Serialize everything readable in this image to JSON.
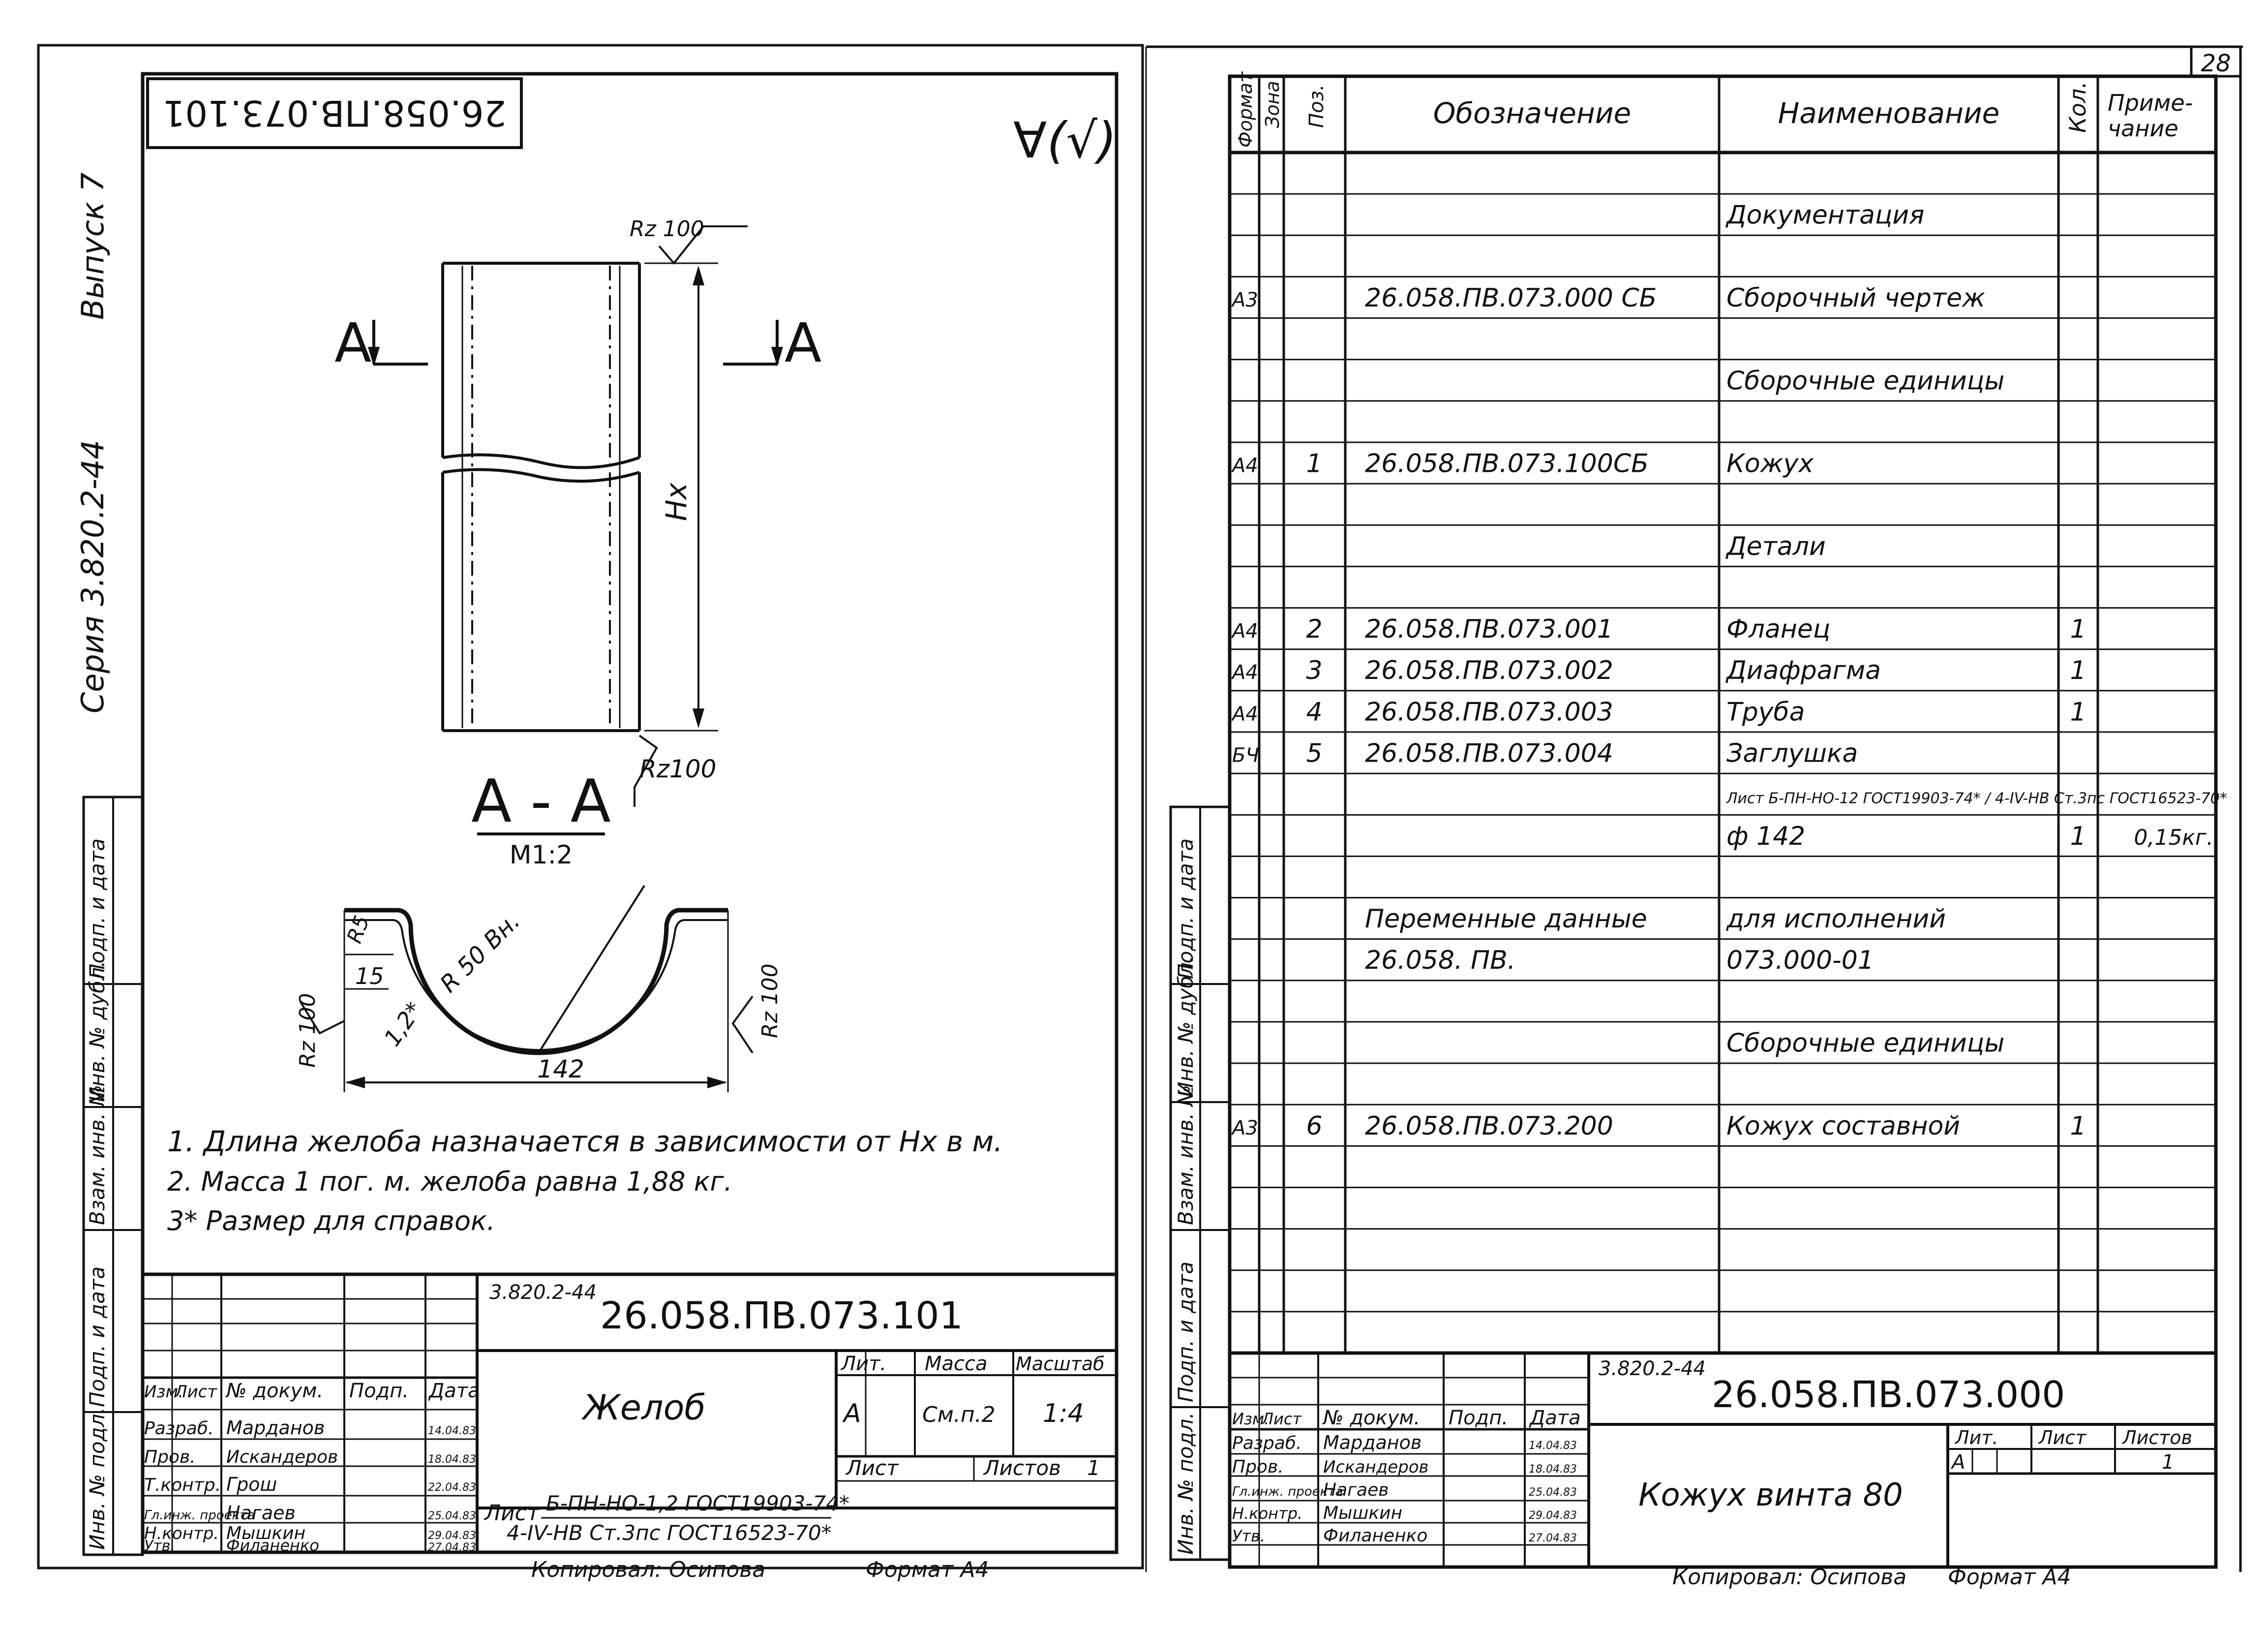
{
  "page_number": "28",
  "left_sheet": {
    "stamp_code": "26.058.ПВ.073.101",
    "surface_mark": "∀(√)",
    "side_series": "Серия 3.820.2-44",
    "side_issue": "Выпуск 7",
    "side_cells": [
      "Подп. и дата",
      "Инв. № дубл.",
      "Взам. инв. №",
      "Подп. и дата",
      "Инв. № подл."
    ],
    "drawing": {
      "section_arrow_left": "А",
      "section_arrow_right": "А",
      "roughness_top": "Rz 100",
      "roughness_bottom": "Rz100",
      "dim_height": "Hx",
      "section_title": "А - А",
      "section_scale": "М1:2",
      "dim_r5": "R5",
      "dim_15": "15",
      "dim_r50": "R 50 Вн.",
      "dim_12": "1,2*",
      "dim_142": "142",
      "roughness_left": "Rz 100",
      "roughness_right": "Rz 100"
    },
    "notes": [
      "1. Длина желоба назначается в зависимости от Hx в м.",
      "2. Масса 1 пог. м. желоба равна 1,88 кг.",
      "3* Размер для справок."
    ],
    "title_block": {
      "series": "3.820.2-44",
      "code": "26.058.ПВ.073.101",
      "name": "Желоб",
      "headers": [
        "Изм.",
        "Лист",
        "№ докум.",
        "Подп.",
        "Дата"
      ],
      "people": [
        {
          "role": "Разраб.",
          "name": "Марданов",
          "date": "14.04.83"
        },
        {
          "role": "Пров.",
          "name": "Искандеров",
          "date": "18.04.83"
        },
        {
          "role": "Т.контр.",
          "name": "Грош",
          "date": "22.04.83"
        },
        {
          "role": "Гл.инж. проекта",
          "name": "Нагаев",
          "date": "25.04.83"
        },
        {
          "role": "Н.контр.",
          "name": "Мышкин",
          "date": "29.04.83"
        },
        {
          "role": "Утв.",
          "name": "Филаненко",
          "date": "27.04.83"
        }
      ],
      "lit_label": "Лит.",
      "mass_label": "Масса",
      "scale_label": "Масштаб",
      "lit_value": "А",
      "mass_value": "См.п.2",
      "scale_value": "1:4",
      "sheet_label": "Лист",
      "sheets_label": "Листов",
      "sheets_value": "1",
      "material_prefix": "Лист",
      "material_line1": "Б-ПН-НО-1,2 ГОСТ19903-74*",
      "material_line2": "4-IV-НВ Ст.3пс ГОСТ16523-70*",
      "copied": "Копировал: Осипова",
      "format": "Формат А4"
    }
  },
  "right_sheet": {
    "side_cells": [
      "Подп. и дата",
      "Инв. № дубл.",
      "Взам. инв. №",
      "Подп. и дата",
      "Инв. № подл."
    ],
    "table_headers": {
      "format": "Формат",
      "zone": "Зона",
      "pos": "Поз.",
      "designation": "Обозначение",
      "name": "Наименование",
      "qty": "Кол.",
      "note": "Приме-\nчание"
    },
    "rows": [
      {
        "format": "",
        "zone": "",
        "pos": "",
        "designation": "",
        "name": "",
        "qty": "",
        "note": ""
      },
      {
        "format": "",
        "zone": "",
        "pos": "",
        "designation": "",
        "name": "Документация",
        "qty": "",
        "note": ""
      },
      {
        "format": "",
        "zone": "",
        "pos": "",
        "designation": "",
        "name": "",
        "qty": "",
        "note": ""
      },
      {
        "format": "А3",
        "zone": "",
        "pos": "",
        "designation": "26.058.ПВ.073.000 СБ",
        "name": "Сборочный чертеж",
        "qty": "",
        "note": ""
      },
      {
        "format": "",
        "zone": "",
        "pos": "",
        "designation": "",
        "name": "",
        "qty": "",
        "note": ""
      },
      {
        "format": "",
        "zone": "",
        "pos": "",
        "designation": "",
        "name": "Сборочные единицы",
        "qty": "",
        "note": ""
      },
      {
        "format": "",
        "zone": "",
        "pos": "",
        "designation": "",
        "name": "",
        "qty": "",
        "note": ""
      },
      {
        "format": "А4",
        "zone": "",
        "pos": "1",
        "designation": "26.058.ПВ.073.100СБ",
        "name": "Кожух",
        "qty": "",
        "note": ""
      },
      {
        "format": "",
        "zone": "",
        "pos": "",
        "designation": "",
        "name": "",
        "qty": "",
        "note": ""
      },
      {
        "format": "",
        "zone": "",
        "pos": "",
        "designation": "",
        "name": "Детали",
        "qty": "",
        "note": ""
      },
      {
        "format": "",
        "zone": "",
        "pos": "",
        "designation": "",
        "name": "",
        "qty": "",
        "note": ""
      },
      {
        "format": "А4",
        "zone": "",
        "pos": "2",
        "designation": "26.058.ПВ.073.001",
        "name": "Фланец",
        "qty": "1",
        "note": ""
      },
      {
        "format": "А4",
        "zone": "",
        "pos": "3",
        "designation": "26.058.ПВ.073.002",
        "name": "Диафрагма",
        "qty": "1",
        "note": ""
      },
      {
        "format": "А4",
        "zone": "",
        "pos": "4",
        "designation": "26.058.ПВ.073.003",
        "name": "Труба",
        "qty": "1",
        "note": ""
      },
      {
        "format": "БЧ",
        "zone": "",
        "pos": "5",
        "designation": "26.058.ПВ.073.004",
        "name": "Заглушка",
        "qty": "",
        "note": ""
      },
      {
        "format": "",
        "zone": "",
        "pos": "",
        "designation": "",
        "name": "Лист Б-ПН-НО-12 ГОСТ19903-74* / 4-IV-НВ Ст.3пс ГОСТ16523-70*",
        "qty": "",
        "note": ""
      },
      {
        "format": "",
        "zone": "",
        "pos": "",
        "designation": "",
        "name": "ф 142",
        "qty": "1",
        "note": "0,15кг."
      },
      {
        "format": "",
        "zone": "",
        "pos": "",
        "designation": "",
        "name": "",
        "qty": "",
        "note": ""
      },
      {
        "format": "",
        "zone": "",
        "pos": "",
        "designation": "Переменные данные",
        "name": "для исполнений",
        "qty": "",
        "note": ""
      },
      {
        "format": "",
        "zone": "",
        "pos": "",
        "designation": "26.058. ПВ.",
        "name": "073.000-01",
        "qty": "",
        "note": ""
      },
      {
        "format": "",
        "zone": "",
        "pos": "",
        "designation": "",
        "name": "",
        "qty": "",
        "note": ""
      },
      {
        "format": "",
        "zone": "",
        "pos": "",
        "designation": "",
        "name": "Сборочные единицы",
        "qty": "",
        "note": ""
      },
      {
        "format": "",
        "zone": "",
        "pos": "",
        "designation": "",
        "name": "",
        "qty": "",
        "note": ""
      },
      {
        "format": "А3",
        "zone": "",
        "pos": "6",
        "designation": "26.058.ПВ.073.200",
        "name": "Кожух составной",
        "qty": "1",
        "note": ""
      },
      {
        "format": "",
        "zone": "",
        "pos": "",
        "designation": "",
        "name": "",
        "qty": "",
        "note": ""
      },
      {
        "format": "",
        "zone": "",
        "pos": "",
        "designation": "",
        "name": "",
        "qty": "",
        "note": ""
      },
      {
        "format": "",
        "zone": "",
        "pos": "",
        "designation": "",
        "name": "",
        "qty": "",
        "note": ""
      },
      {
        "format": "",
        "zone": "",
        "pos": "",
        "designation": "",
        "name": "",
        "qty": "",
        "note": ""
      },
      {
        "format": "",
        "zone": "",
        "pos": "",
        "designation": "",
        "name": "",
        "qty": "",
        "note": ""
      }
    ],
    "title_block": {
      "series": "3.820.2-44",
      "code": "26.058.ПВ.073.000",
      "name": "Кожух винта 80",
      "headers": [
        "Изм.",
        "Лист",
        "№ докум.",
        "Подп.",
        "Дата"
      ],
      "people": [
        {
          "role": "Разраб.",
          "name": "Марданов",
          "date": "14.04.83"
        },
        {
          "role": "Пров.",
          "name": "Искандеров",
          "date": "18.04.83"
        },
        {
          "role": "Гл.инж. проекта",
          "name": "Нагаев",
          "date": "25.04.83"
        },
        {
          "role": "Н.контр.",
          "name": "Мышкин",
          "date": "29.04.83"
        },
        {
          "role": "Утв.",
          "name": "Филаненко",
          "date": "27.04.83"
        }
      ],
      "lit_label": "Лит.",
      "sheet_label": "Лист",
      "sheets_label": "Листов",
      "lit_value": "А",
      "sheets_value": "1",
      "copied": "Копировал: Осипова",
      "format": "Формат А4"
    }
  }
}
